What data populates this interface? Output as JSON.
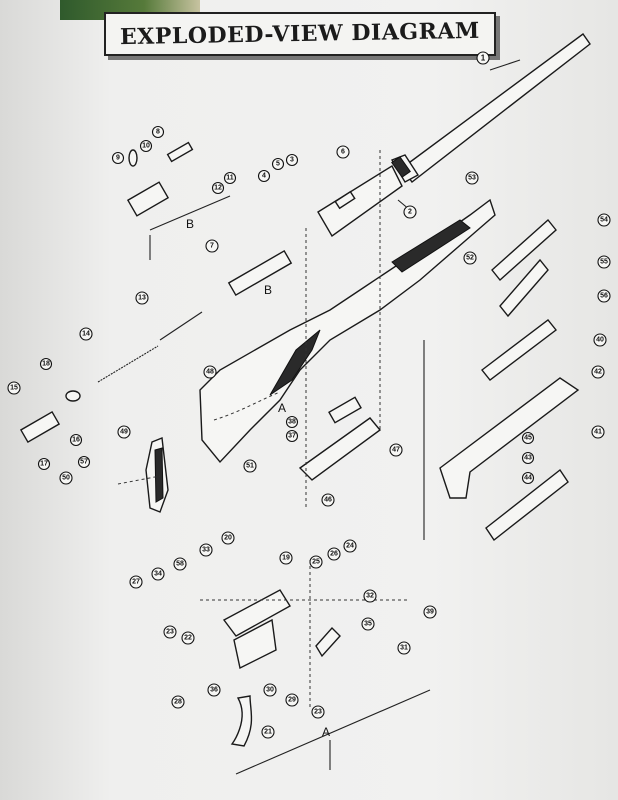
{
  "title": "EXPLODED-VIEW DIAGRAM",
  "group_labels": {
    "a": "A",
    "b": "B"
  },
  "callouts": [
    "1",
    "2",
    "3",
    "4",
    "5",
    "6",
    "7",
    "8",
    "9",
    "10",
    "11",
    "12",
    "13",
    "14",
    "15",
    "16",
    "17",
    "18",
    "19",
    "20",
    "21",
    "22",
    "23",
    "23",
    "24",
    "25",
    "26",
    "27",
    "28",
    "29",
    "30",
    "31",
    "32",
    "33",
    "34",
    "35",
    "36",
    "37",
    "38",
    "39",
    "40",
    "41",
    "42",
    "43",
    "44",
    "45",
    "46",
    "47",
    "48",
    "49",
    "50",
    "51",
    "52",
    "53",
    "54",
    "55",
    "56",
    "57",
    "58"
  ],
  "colors": {
    "ink": "#1a1a1a",
    "paper": "#f1f1f0",
    "strip": "#567a3a"
  }
}
